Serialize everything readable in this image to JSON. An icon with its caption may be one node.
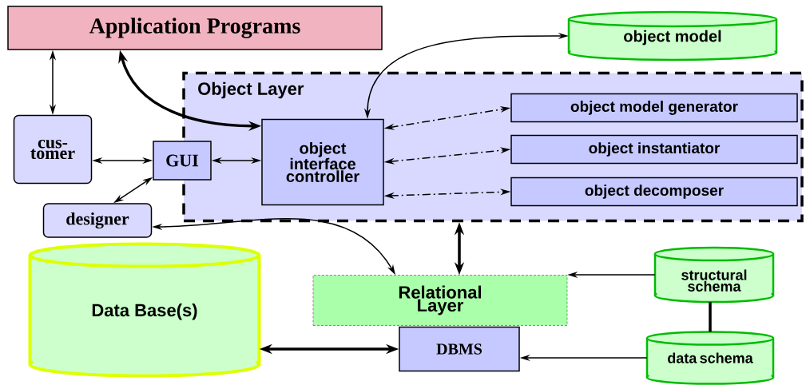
{
  "diagram": {
    "nodes": [
      {
        "text": [
          "Application Programs"
        ]
      },
      {
        "text": [
          "object model"
        ]
      },
      {
        "text": [
          "Object Layer"
        ]
      },
      {
        "text": [
          "object interface controller"
        ],
        "in": 2
      },
      {
        "text": [
          "object model generator"
        ],
        "in": 2
      },
      {
        "text": [
          "object instantiator"
        ],
        "in": 2
      },
      {
        "text": [
          "object decomposer"
        ],
        "in": 2
      },
      {
        "text": [
          "GUI"
        ]
      },
      {
        "text": [
          "cus- tomer"
        ]
      },
      {
        "text": [
          "designer"
        ]
      },
      {
        "text": [
          "Data Base(s)"
        ]
      },
      {
        "text": [
          "Relational Layer"
        ]
      },
      {
        "text": [
          "DBMS"
        ]
      },
      {
        "text": [
          "structural schema"
        ]
      },
      {
        "text": [
          "data schema"
        ]
      }
    ],
    "edges": [
      {
        "from": 0,
        "to": 8,
        "arrow": "both"
      },
      {
        "from": 3,
        "to": 0,
        "arrow": "both",
        "style": "thick"
      },
      {
        "from": 3,
        "to": 1,
        "arrow": "both"
      },
      {
        "from": 8,
        "to": 7,
        "arrow": "both"
      },
      {
        "from": 7,
        "to": 3,
        "arrow": "both"
      },
      {
        "from": 9,
        "to": 7,
        "arrow": "both"
      },
      {
        "from": 3,
        "to": 4,
        "arrow": "both",
        "style": "dashed"
      },
      {
        "from": 3,
        "to": 5,
        "arrow": "both",
        "style": "dashed"
      },
      {
        "from": 3,
        "to": 6,
        "arrow": "both",
        "style": "dashed"
      },
      {
        "from": 9,
        "to": 11,
        "arrow": "both"
      },
      {
        "from": 2,
        "to": 11,
        "arrow": "both",
        "style": "thick"
      },
      {
        "from": 10,
        "to": 12,
        "arrow": "both",
        "style": "thick"
      },
      {
        "from": 13,
        "to": 11,
        "arrow": "to"
      },
      {
        "from": 14,
        "to": 12,
        "arrow": "to"
      },
      {
        "from": 13,
        "to": 14,
        "arrow": "none",
        "style": "thick"
      }
    ]
  }
}
